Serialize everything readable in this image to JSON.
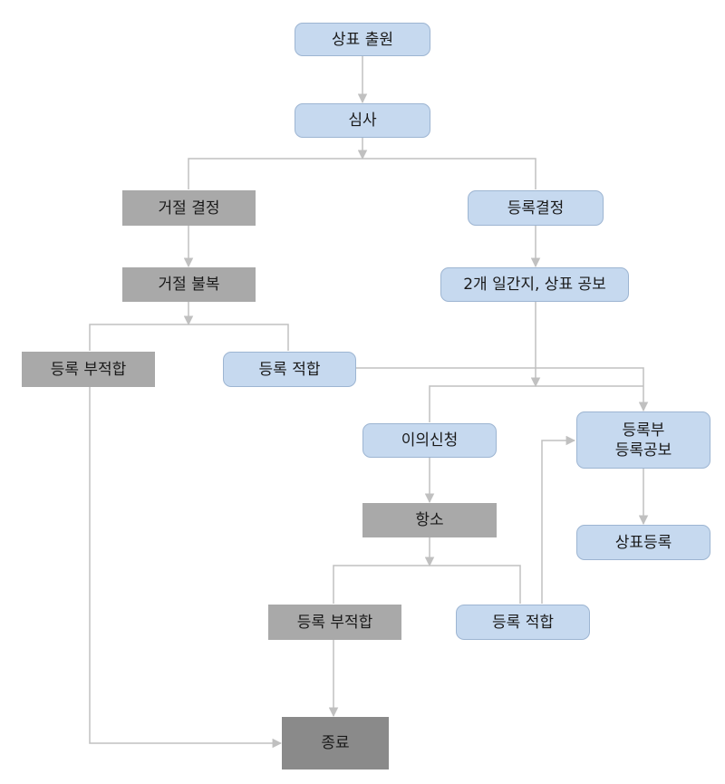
{
  "nodes": {
    "application": "상표 출원",
    "examination": "심사",
    "rejection_decision": "거절 결정",
    "registration_decision": "등록결정",
    "rejection_appeal": "거절 불복",
    "publication": "2개 일간지, 상표 공보",
    "unfit_left": "등록 부적합",
    "fit_left": "등록 적합",
    "opposition": "이의신청",
    "registry": "등록부\n등록공보",
    "appeal": "항소",
    "trademark_registration": "상표등록",
    "unfit_bottom": "등록 부적합",
    "fit_bottom": "등록 적합",
    "end": "종료"
  },
  "colors": {
    "process_fill": "#c6d9ef",
    "process_border": "#9db5d2",
    "negative_fill": "#a9a9a9",
    "end_fill": "#8a8a8a",
    "connector": "#c0c0c0"
  }
}
